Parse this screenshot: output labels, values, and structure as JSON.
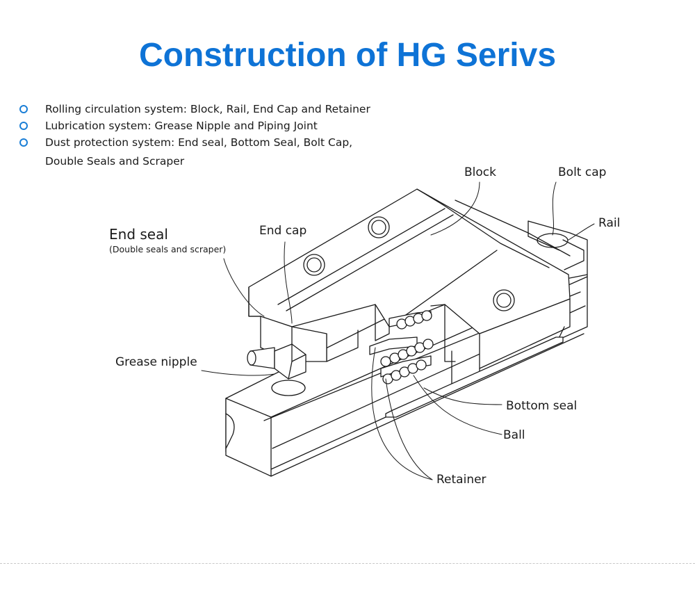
{
  "title": "Construction of HG Serivs",
  "colors": {
    "title": "#0e73d6",
    "bullet": "#1a7ed6",
    "line": "#1a1a1a"
  },
  "bullets": [
    {
      "text": "Rolling circulation system: Block, Rail, End Cap and Retainer"
    },
    {
      "text": "Lubrication system: Grease Nipple and Piping Joint"
    },
    {
      "text": "Dust protection system: End seal, Bottom Seal, Bolt Cap,",
      "continuation": "Double Seals and Scraper"
    }
  ],
  "labels": {
    "block": "Block",
    "bolt_cap": "Bolt cap",
    "rail": "Rail",
    "end_cap": "End cap",
    "end_seal": "End seal",
    "end_seal_note": "(Double seals and scraper)",
    "grease_nipple": "Grease nipple",
    "bottom_seal": "Bottom seal",
    "ball": "Ball",
    "retainer": "Retainer"
  }
}
